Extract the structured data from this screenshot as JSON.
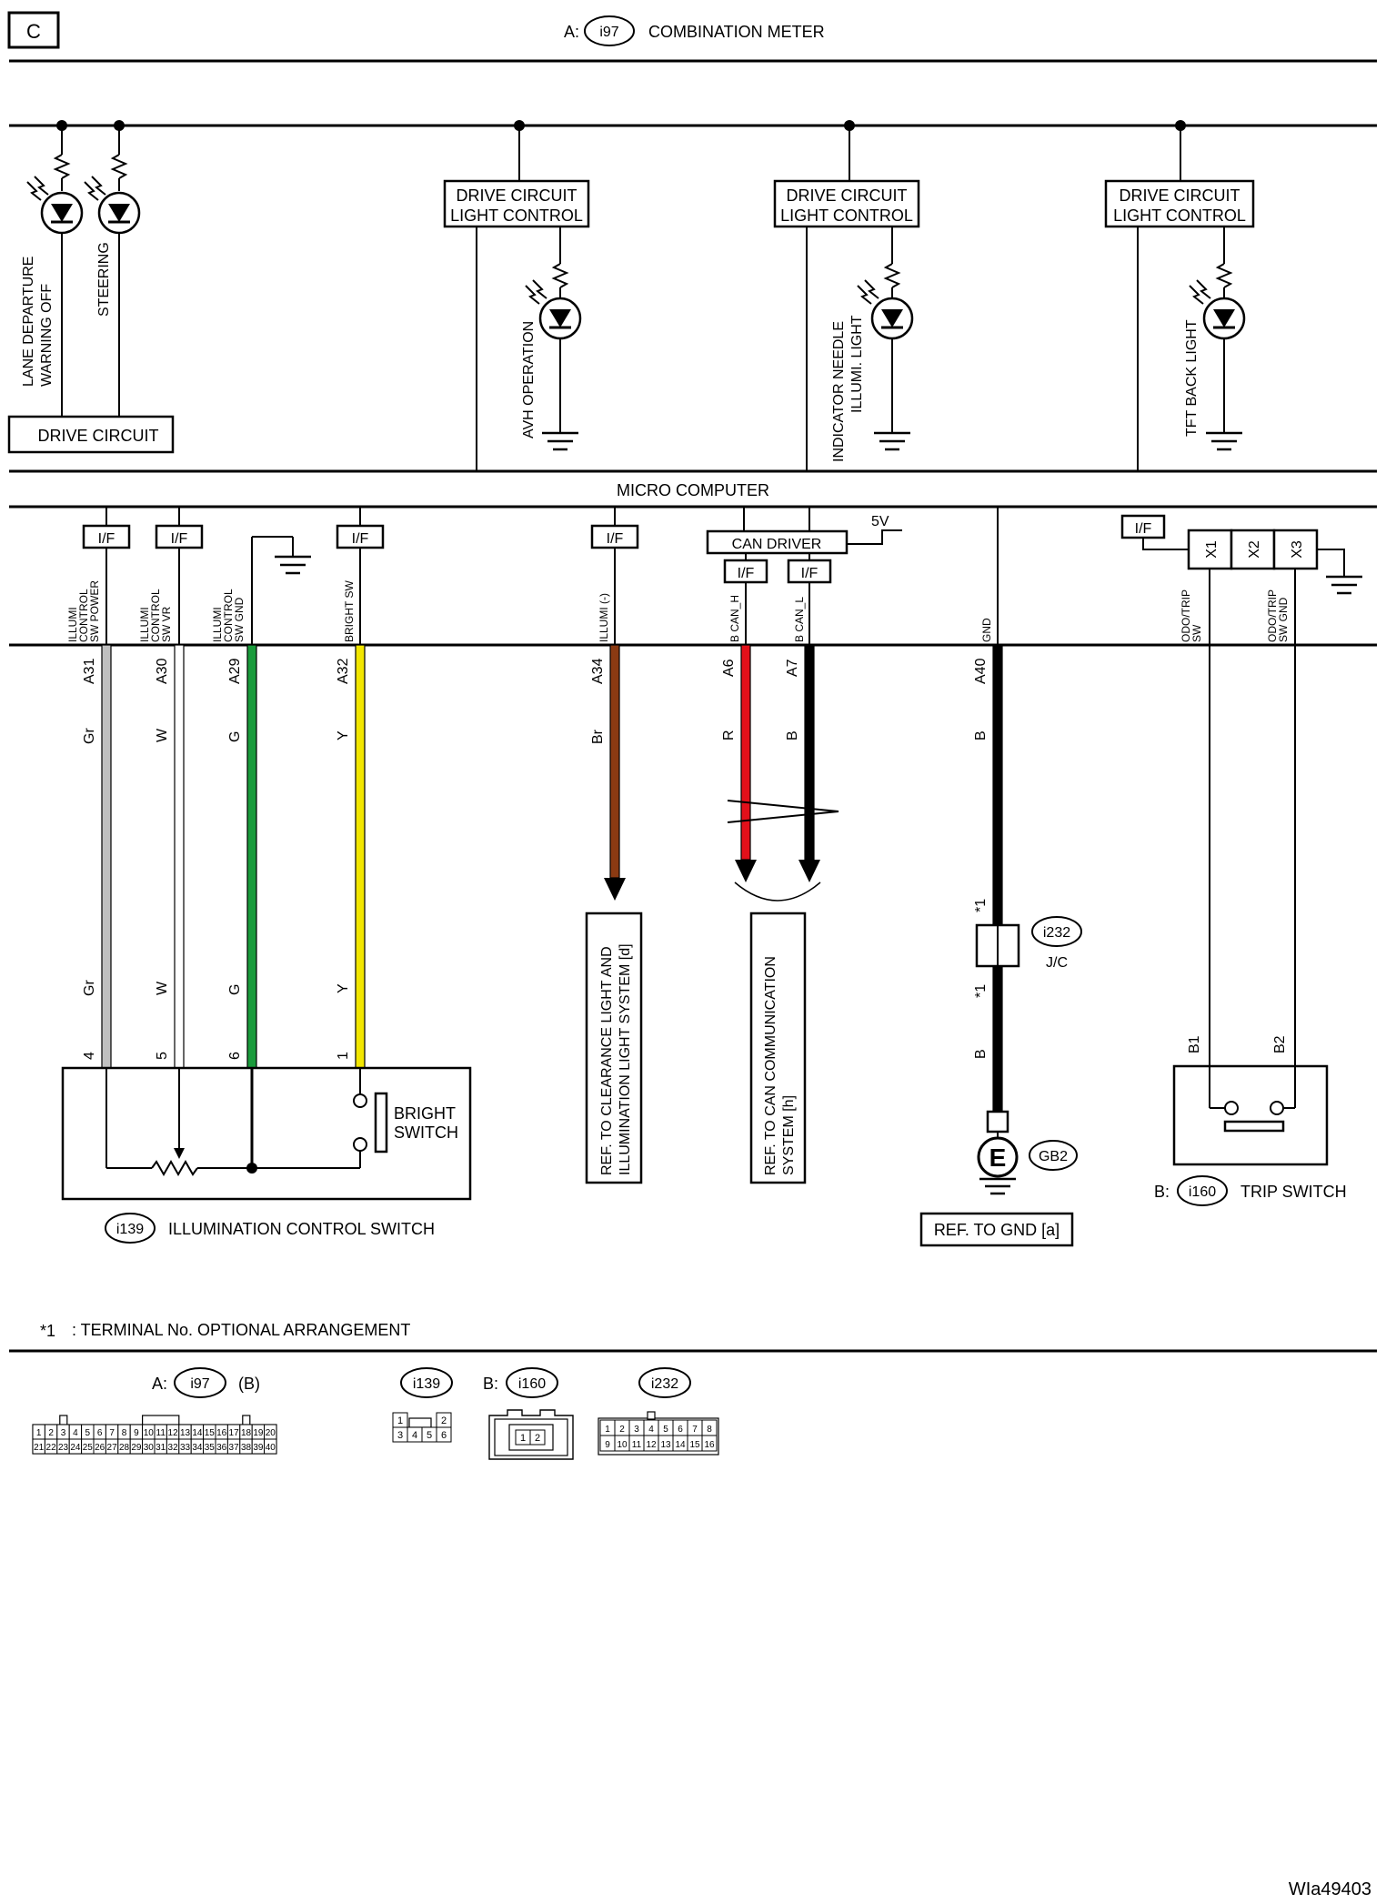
{
  "header": {
    "page_code": "C",
    "connector_prefix": "A:",
    "connector_id": "i97",
    "title": "COMBINATION METER"
  },
  "meter": {
    "lamps": [
      {
        "label_line1": "LANE DEPARTURE",
        "label_line2": "WARNING OFF"
      },
      {
        "label_line1": "STEERING",
        "label_line2": ""
      }
    ],
    "drive_circuit_left": "DRIVE CIRCUIT",
    "drive_blocks": [
      {
        "line1": "DRIVE CIRCUIT",
        "line2": "LIGHT CONTROL",
        "lamp_line1": "AVH OPERATION",
        "lamp_line2": ""
      },
      {
        "line1": "DRIVE CIRCUIT",
        "line2": "LIGHT CONTROL",
        "lamp_line1": "INDICATOR NEEDLE",
        "lamp_line2": "ILLUMI. LIGHT"
      },
      {
        "line1": "DRIVE CIRCUIT",
        "line2": "LIGHT CONTROL",
        "lamp_line1": "TFT BACK LIGHT",
        "lamp_line2": ""
      }
    ],
    "micro_computer": "MICRO COMPUTER",
    "if_label": "I/F",
    "can_driver": "CAN DRIVER",
    "supply_5v": "5V",
    "trip_contacts": [
      "X1",
      "X2",
      "X3"
    ]
  },
  "signals": [
    {
      "l1": "ILLUMI",
      "l2": "CONTROL",
      "l3": "SW POWER",
      "pin": "A31",
      "color": "Gr",
      "end_color": "Gr",
      "end_pin": "4"
    },
    {
      "l1": "ILLUMI",
      "l2": "CONTROL",
      "l3": "SW VR",
      "pin": "A30",
      "color": "W",
      "end_color": "W",
      "end_pin": "5"
    },
    {
      "l1": "ILLUMI",
      "l2": "CONTROL",
      "l3": "SW GND",
      "pin": "A29",
      "color": "G",
      "end_color": "G",
      "end_pin": "6"
    },
    {
      "l1": "BRIGHT SW",
      "l2": "",
      "l3": "",
      "pin": "A32",
      "color": "Y",
      "end_color": "Y",
      "end_pin": "1"
    },
    {
      "l1": "ILLUMI (-)",
      "l2": "",
      "l3": "",
      "pin": "A34",
      "color": "Br",
      "end_color": "",
      "end_pin": ""
    },
    {
      "l1": "B CAN_H",
      "l2": "",
      "l3": "",
      "pin": "A6",
      "color": "R",
      "end_color": "",
      "end_pin": ""
    },
    {
      "l1": "B CAN_L",
      "l2": "",
      "l3": "",
      "pin": "A7",
      "color": "B",
      "end_color": "",
      "end_pin": ""
    },
    {
      "l1": "GND",
      "l2": "",
      "l3": "",
      "pin": "A40",
      "color": "B",
      "end_color": "B",
      "end_pin": ""
    },
    {
      "l1": "ODO/TRIP",
      "l2": "SW",
      "l3": "",
      "pin": "",
      "color": "",
      "end_color": "",
      "end_pin": "B1"
    },
    {
      "l1": "ODO/TRIP",
      "l2": "SW GND",
      "l3": "",
      "pin": "",
      "color": "",
      "end_color": "",
      "end_pin": "B2"
    }
  ],
  "wire_colors": {
    "Gr": "#c0c0c0",
    "W": "#ffffff",
    "G": "#1a9b3c",
    "Y": "#f2e600",
    "Br": "#8b3a12",
    "R": "#e3101a",
    "B": "#000000"
  },
  "refs": {
    "illumination": {
      "line1": "REF. TO CLEARANCE LIGHT AND",
      "line2": "ILLUMINATION LIGHT SYSTEM [d]"
    },
    "can": {
      "line1": "REF. TO CAN COMMUNICATION",
      "line2": "SYSTEM [h]"
    },
    "gnd": "REF. TO GND [a]"
  },
  "joint": {
    "id": "i232",
    "name": "J/C",
    "mark_top": "*1",
    "mark_bottom": "*1"
  },
  "ground": {
    "symbol": "E",
    "id": "GB2"
  },
  "illumination_switch": {
    "id": "i139",
    "name": "ILLUMINATION CONTROL SWITCH",
    "bright_line1": "BRIGHT",
    "bright_line2": "SWITCH"
  },
  "trip_switch": {
    "prefix": "B:",
    "id": "i160",
    "name": "TRIP SWITCH"
  },
  "footnote": {
    "mark": "*1",
    "text": ": TERMINAL No. OPTIONAL ARRANGEMENT"
  },
  "connectors": [
    {
      "prefix": "A:",
      "id": "i97",
      "suffix": "(B)",
      "rows": [
        [
          "1",
          "2",
          "3",
          "4",
          "5",
          "6",
          "7",
          "8",
          "9",
          "10",
          "11",
          "12",
          "13",
          "14",
          "15",
          "16",
          "17",
          "18",
          "19",
          "20"
        ],
        [
          "21",
          "22",
          "23",
          "24",
          "25",
          "26",
          "27",
          "28",
          "29",
          "30",
          "31",
          "32",
          "33",
          "34",
          "35",
          "36",
          "37",
          "38",
          "39",
          "40"
        ]
      ]
    },
    {
      "prefix": "",
      "id": "i139",
      "suffix": "",
      "rows": [
        [
          "1",
          "",
          "2"
        ],
        [
          "3",
          "4",
          "5",
          "6"
        ]
      ]
    },
    {
      "prefix": "B:",
      "id": "i160",
      "suffix": "",
      "rows": [
        [
          "1",
          "2"
        ]
      ]
    },
    {
      "prefix": "",
      "id": "i232",
      "suffix": "",
      "rows": [
        [
          "1",
          "2",
          "3",
          "4",
          "5",
          "6",
          "7",
          "8"
        ],
        [
          "9",
          "10",
          "11",
          "12",
          "13",
          "14",
          "15",
          "16"
        ]
      ]
    }
  ],
  "figure_id": "WIa49403"
}
